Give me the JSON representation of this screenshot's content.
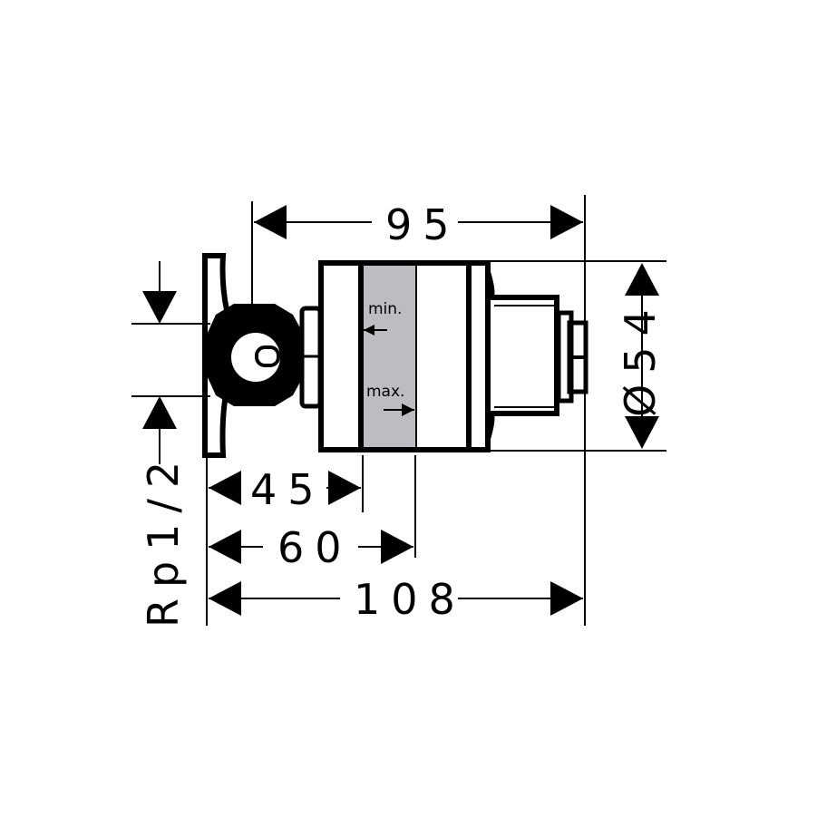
{
  "dimensions": {
    "overall_width_top": "95",
    "diameter": "Ø54",
    "thread": "Rp1/2",
    "depth_min": "45",
    "depth_max": "60",
    "overall_length": "108"
  },
  "labels": {
    "min": "min.",
    "max": "max."
  },
  "colors": {
    "line": "#000000",
    "adjust_band": "#bcbdc0"
  }
}
